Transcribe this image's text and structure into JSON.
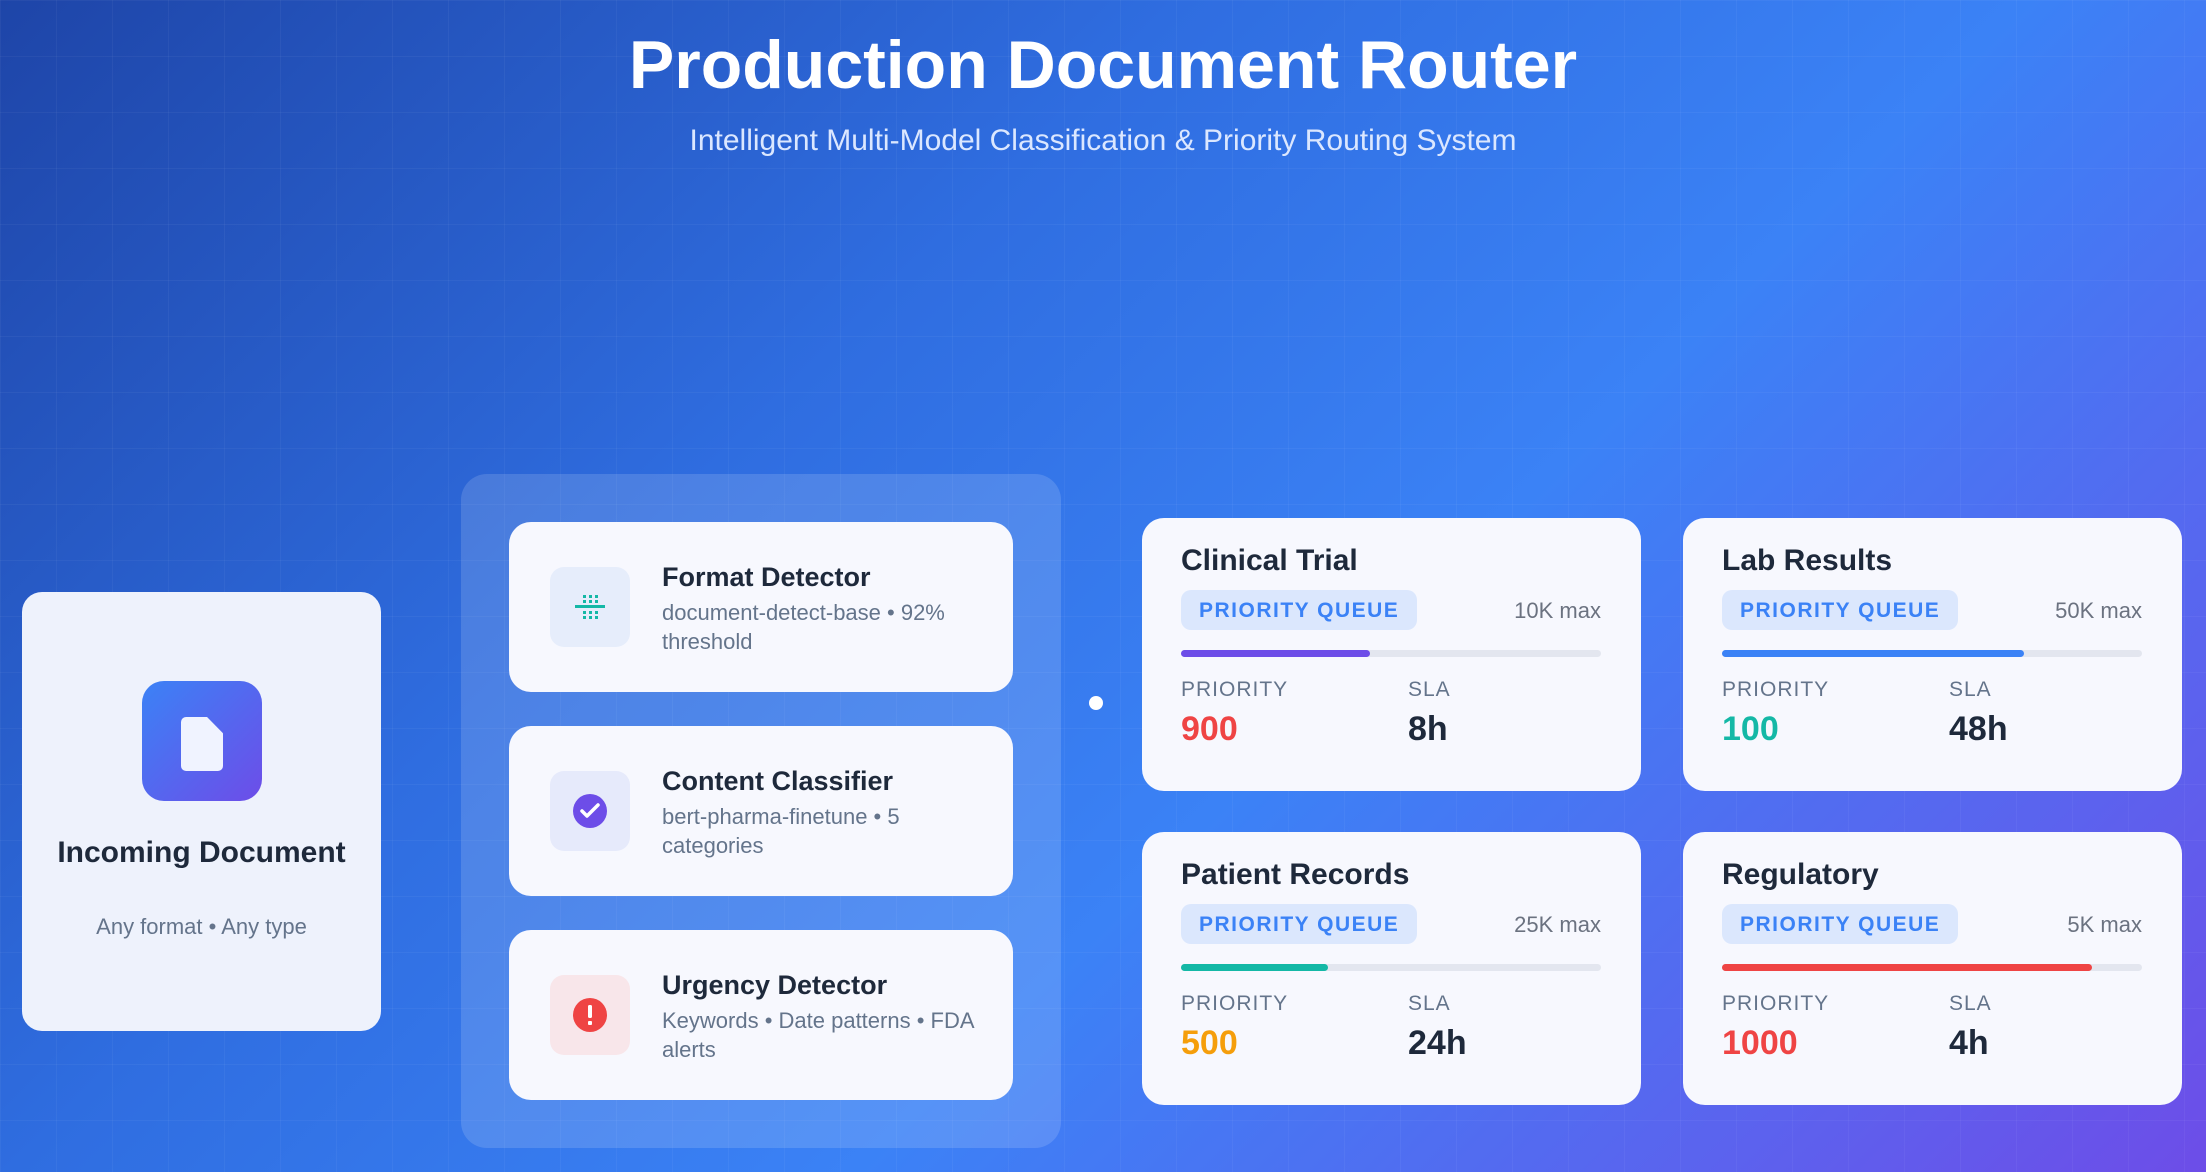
{
  "header": {
    "title": "Production Document Router",
    "subtitle": "Intelligent Multi-Model Classification & Priority Routing System"
  },
  "incoming": {
    "title": "Incoming Document",
    "subtitle": "Any format • Any type",
    "icon": "file-icon"
  },
  "models": [
    {
      "title": "Format Detector",
      "subtitle": "document-detect-base • 92% threshold",
      "icon": "format-detect-icon",
      "color": "#14b8a6",
      "bg": "#e6edfb"
    },
    {
      "title": "Content Classifier",
      "subtitle": "bert-pharma-finetune • 5 categories",
      "icon": "check-circle-icon",
      "color": "#6d4de8",
      "bg": "#e6eafb"
    },
    {
      "title": "Urgency Detector",
      "subtitle": "Keywords • Date patterns • FDA alerts",
      "icon": "alert-circle-icon",
      "color": "#ef4444",
      "bg": "#f8e6ea"
    }
  ],
  "queues": [
    {
      "title": "Clinical Trial",
      "badge": "PRIORITY QUEUE",
      "max": "10K max",
      "fill": 0.45,
      "bar_color": "#6d4de8",
      "priority_label": "PRIORITY",
      "priority": "900",
      "priority_color": "#ef4444",
      "sla_label": "SLA",
      "sla": "8h"
    },
    {
      "title": "Lab Results",
      "badge": "PRIORITY QUEUE",
      "max": "50K max",
      "fill": 0.72,
      "bar_color": "#3b82f6",
      "priority_label": "PRIORITY",
      "priority": "100",
      "priority_color": "#14b8a6",
      "sla_label": "SLA",
      "sla": "48h"
    },
    {
      "title": "Patient Records",
      "badge": "PRIORITY QUEUE",
      "max": "25K max",
      "fill": 0.35,
      "bar_color": "#14b8a6",
      "priority_label": "PRIORITY",
      "priority": "500",
      "priority_color": "#f59e0b",
      "sla_label": "SLA",
      "sla": "24h"
    },
    {
      "title": "Regulatory",
      "badge": "PRIORITY QUEUE",
      "max": "5K max",
      "fill": 0.88,
      "bar_color": "#ef4444",
      "priority_label": "PRIORITY",
      "priority": "1000",
      "priority_color": "#ef4444",
      "sla_label": "SLA",
      "sla": "4h"
    }
  ]
}
